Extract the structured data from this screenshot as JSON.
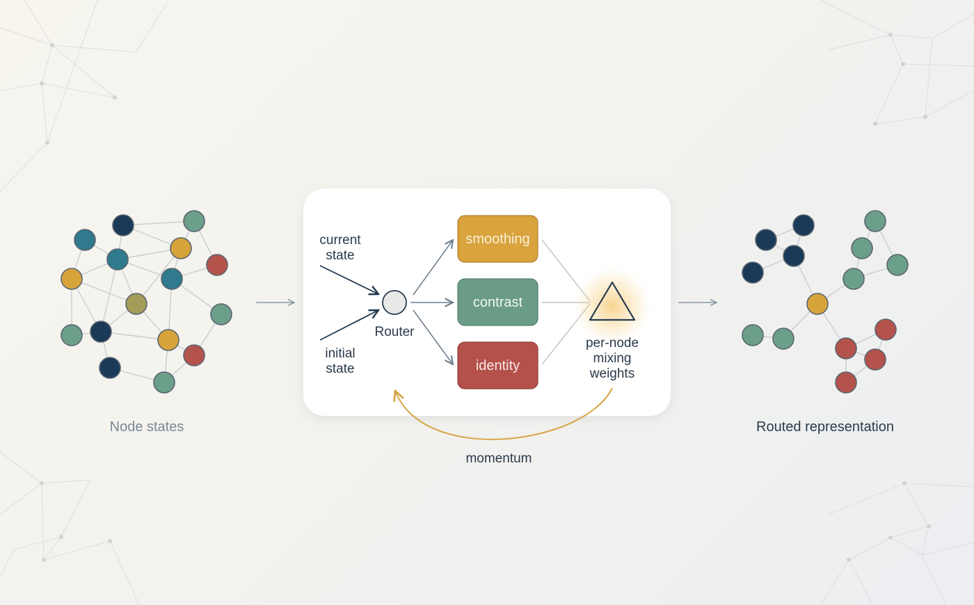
{
  "colors": {
    "navy": "#1b3a57",
    "teal": "#2f7a8c",
    "green": "#6c9f8a",
    "mustard": "#d6a43a",
    "olive": "#a59b58",
    "red": "#b4534b",
    "node_stroke": "#5a6470",
    "edge": "#c9cdd0",
    "panel_bg": "#ffffff",
    "arrow": "#8a97a3",
    "momentum": "#d7a545",
    "text_muted": "#7a8794",
    "text_dark": "#2a3a4a"
  },
  "left_graph": {
    "caption": "Node states",
    "node_colors": [
      "navy",
      "green",
      "teal",
      "mustard",
      "teal",
      "red",
      "mustard",
      "teal",
      "olive",
      "green",
      "green",
      "navy",
      "mustard",
      "red",
      "navy",
      "green"
    ]
  },
  "right_graph": {
    "caption": "Routed representation",
    "node_colors": [
      "navy",
      "navy",
      "navy",
      "navy",
      "green",
      "green",
      "green",
      "green",
      "mustard",
      "green",
      "green",
      "red",
      "red",
      "red",
      "red"
    ]
  },
  "panel": {
    "inputs": [
      "current\nstate",
      "initial\nstate"
    ],
    "router_label": "Router",
    "operators": [
      {
        "label": "smoothing",
        "fill": "#d9a33d",
        "text_color": "#fbf0d6"
      },
      {
        "label": "contrast",
        "fill": "#6a9c88",
        "text_color": "#f2f7f4"
      },
      {
        "label": "identity",
        "fill": "#b5514b",
        "text_color": "#f8e9e7"
      }
    ],
    "mixer_label": "per-node\nmixing\nweights",
    "mixer_icon": "triangle-icon"
  },
  "feedback_label": "momentum"
}
